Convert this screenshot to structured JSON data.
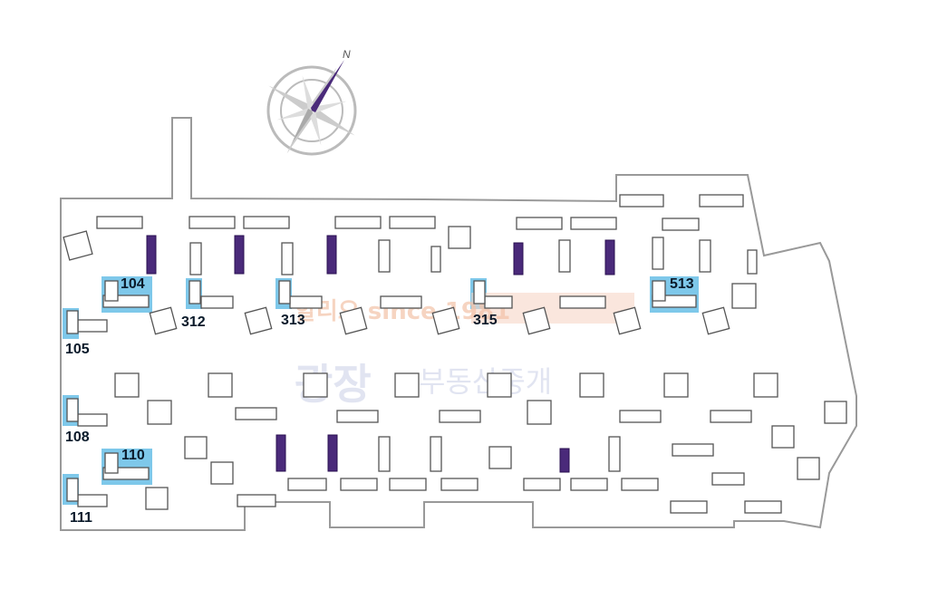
{
  "compass": {
    "north_label": "N",
    "needle_color": "#4a2a7a"
  },
  "highlight_color": "#7ec8ea",
  "watermark": {
    "line1": "할리오 since 1981",
    "line2": "광장",
    "line3": "부동산중개"
  },
  "buildings": [
    {
      "id": "104",
      "label": "104"
    },
    {
      "id": "105",
      "label": "105"
    },
    {
      "id": "108",
      "label": "108"
    },
    {
      "id": "110",
      "label": "110"
    },
    {
      "id": "111",
      "label": "111"
    },
    {
      "id": "312",
      "label": "312"
    },
    {
      "id": "313",
      "label": "313"
    },
    {
      "id": "315",
      "label": "315"
    },
    {
      "id": "513",
      "label": "513"
    }
  ]
}
